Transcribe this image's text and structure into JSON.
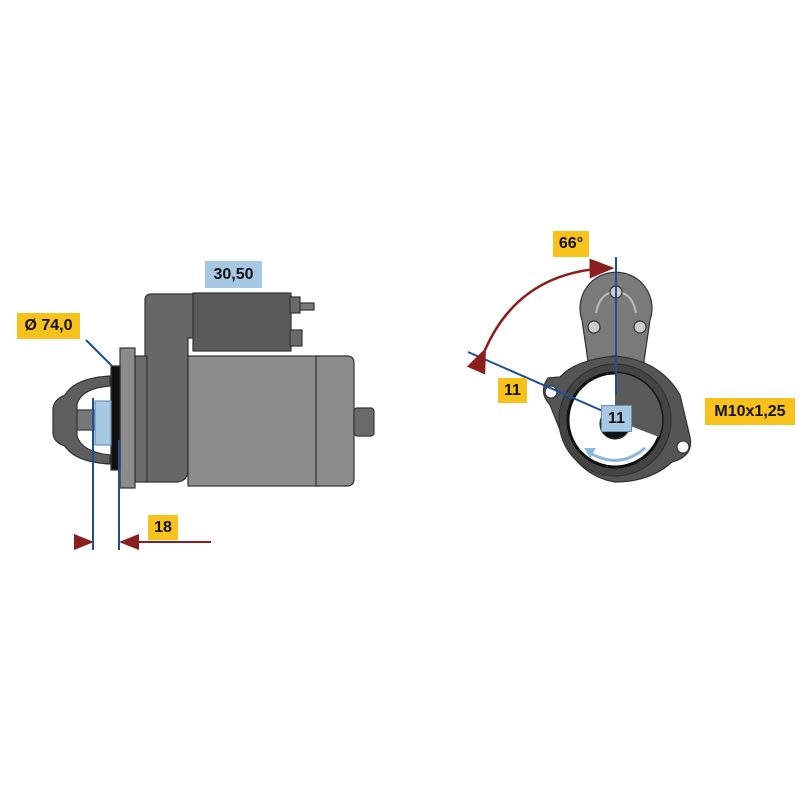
{
  "side_view": {
    "solenoid_label": "30,50",
    "diameter_label": "Ø 74,0",
    "offset_label": "18"
  },
  "front_view": {
    "angle_label": "66°",
    "teeth_label": "11",
    "pinion_label": "11",
    "thread_label": "M10x1,25"
  },
  "colors": {
    "dimension_box": "#f7c21b",
    "pinion_box": "#a7c8e4",
    "dimension_line": "#1c4f96",
    "arrow": "#8b1e1e",
    "body": "#8c8c8c",
    "body_dark": "#5e5e5e"
  }
}
